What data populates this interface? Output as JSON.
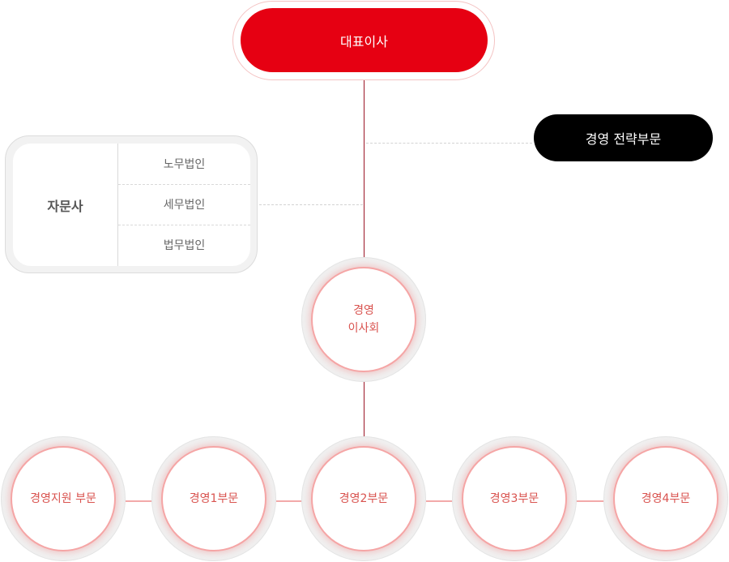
{
  "ceo": {
    "label": "대표이사"
  },
  "strategy": {
    "label": "경영 전략부문"
  },
  "advisors": {
    "title": "자문사",
    "items": [
      "노무법인",
      "세무법인",
      "법무법인"
    ]
  },
  "board": {
    "line1": "경영",
    "line2": "이사회"
  },
  "divisions": [
    "경영지원 부문",
    "경영1부문",
    "경영2부문",
    "경영3부문",
    "경영4부문"
  ],
  "colors": {
    "accent": "#e60012",
    "strategy": "#000000",
    "ring": "#f5a5a5",
    "text_red": "#d9534f"
  }
}
